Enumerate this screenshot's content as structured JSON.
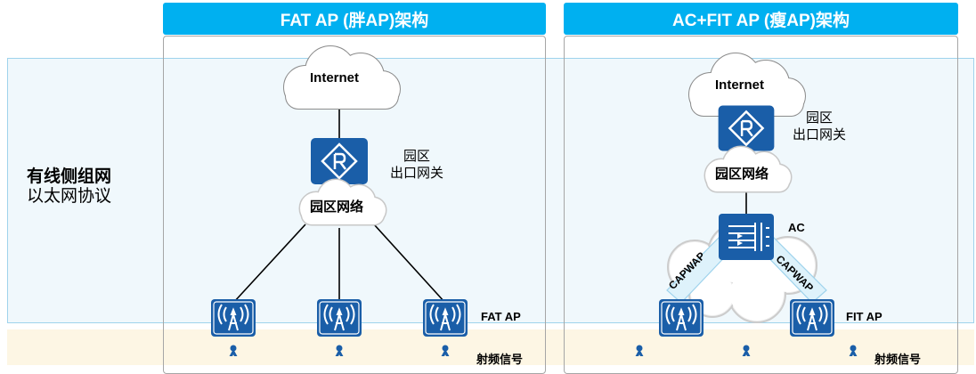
{
  "panels": {
    "fat": {
      "header": "FAT AP (胖AP)架构",
      "internet": "Internet",
      "gateway_label_line1": "园区",
      "gateway_label_line2": "出口网关",
      "campus_net": "园区网络",
      "ap_label": "FAT AP",
      "rf_label": "射频信号"
    },
    "fit": {
      "header": "AC+FIT AP (瘦AP)架构",
      "internet": "Internet",
      "gateway_label_line1": "园区",
      "gateway_label_line2": "出口网关",
      "campus_net": "园区网络",
      "ac_label": "AC",
      "capwap_left": "CAPWAP",
      "capwap_right": "CAPWAP",
      "ap_label": "FIT AP",
      "rf_label": "射频信号"
    }
  },
  "side": {
    "line1": "有线侧组网",
    "line2": "以太网协议"
  },
  "icons": {
    "router": "router-icon",
    "ap": "wireless-ap-icon",
    "ac": "access-controller-icon",
    "user": "wireless-user-icon"
  },
  "colors": {
    "header": "#00b0f0",
    "device": "#1a5ea8",
    "wired_band": "#f0f8fc",
    "wireless_band": "#fdf6e4"
  }
}
